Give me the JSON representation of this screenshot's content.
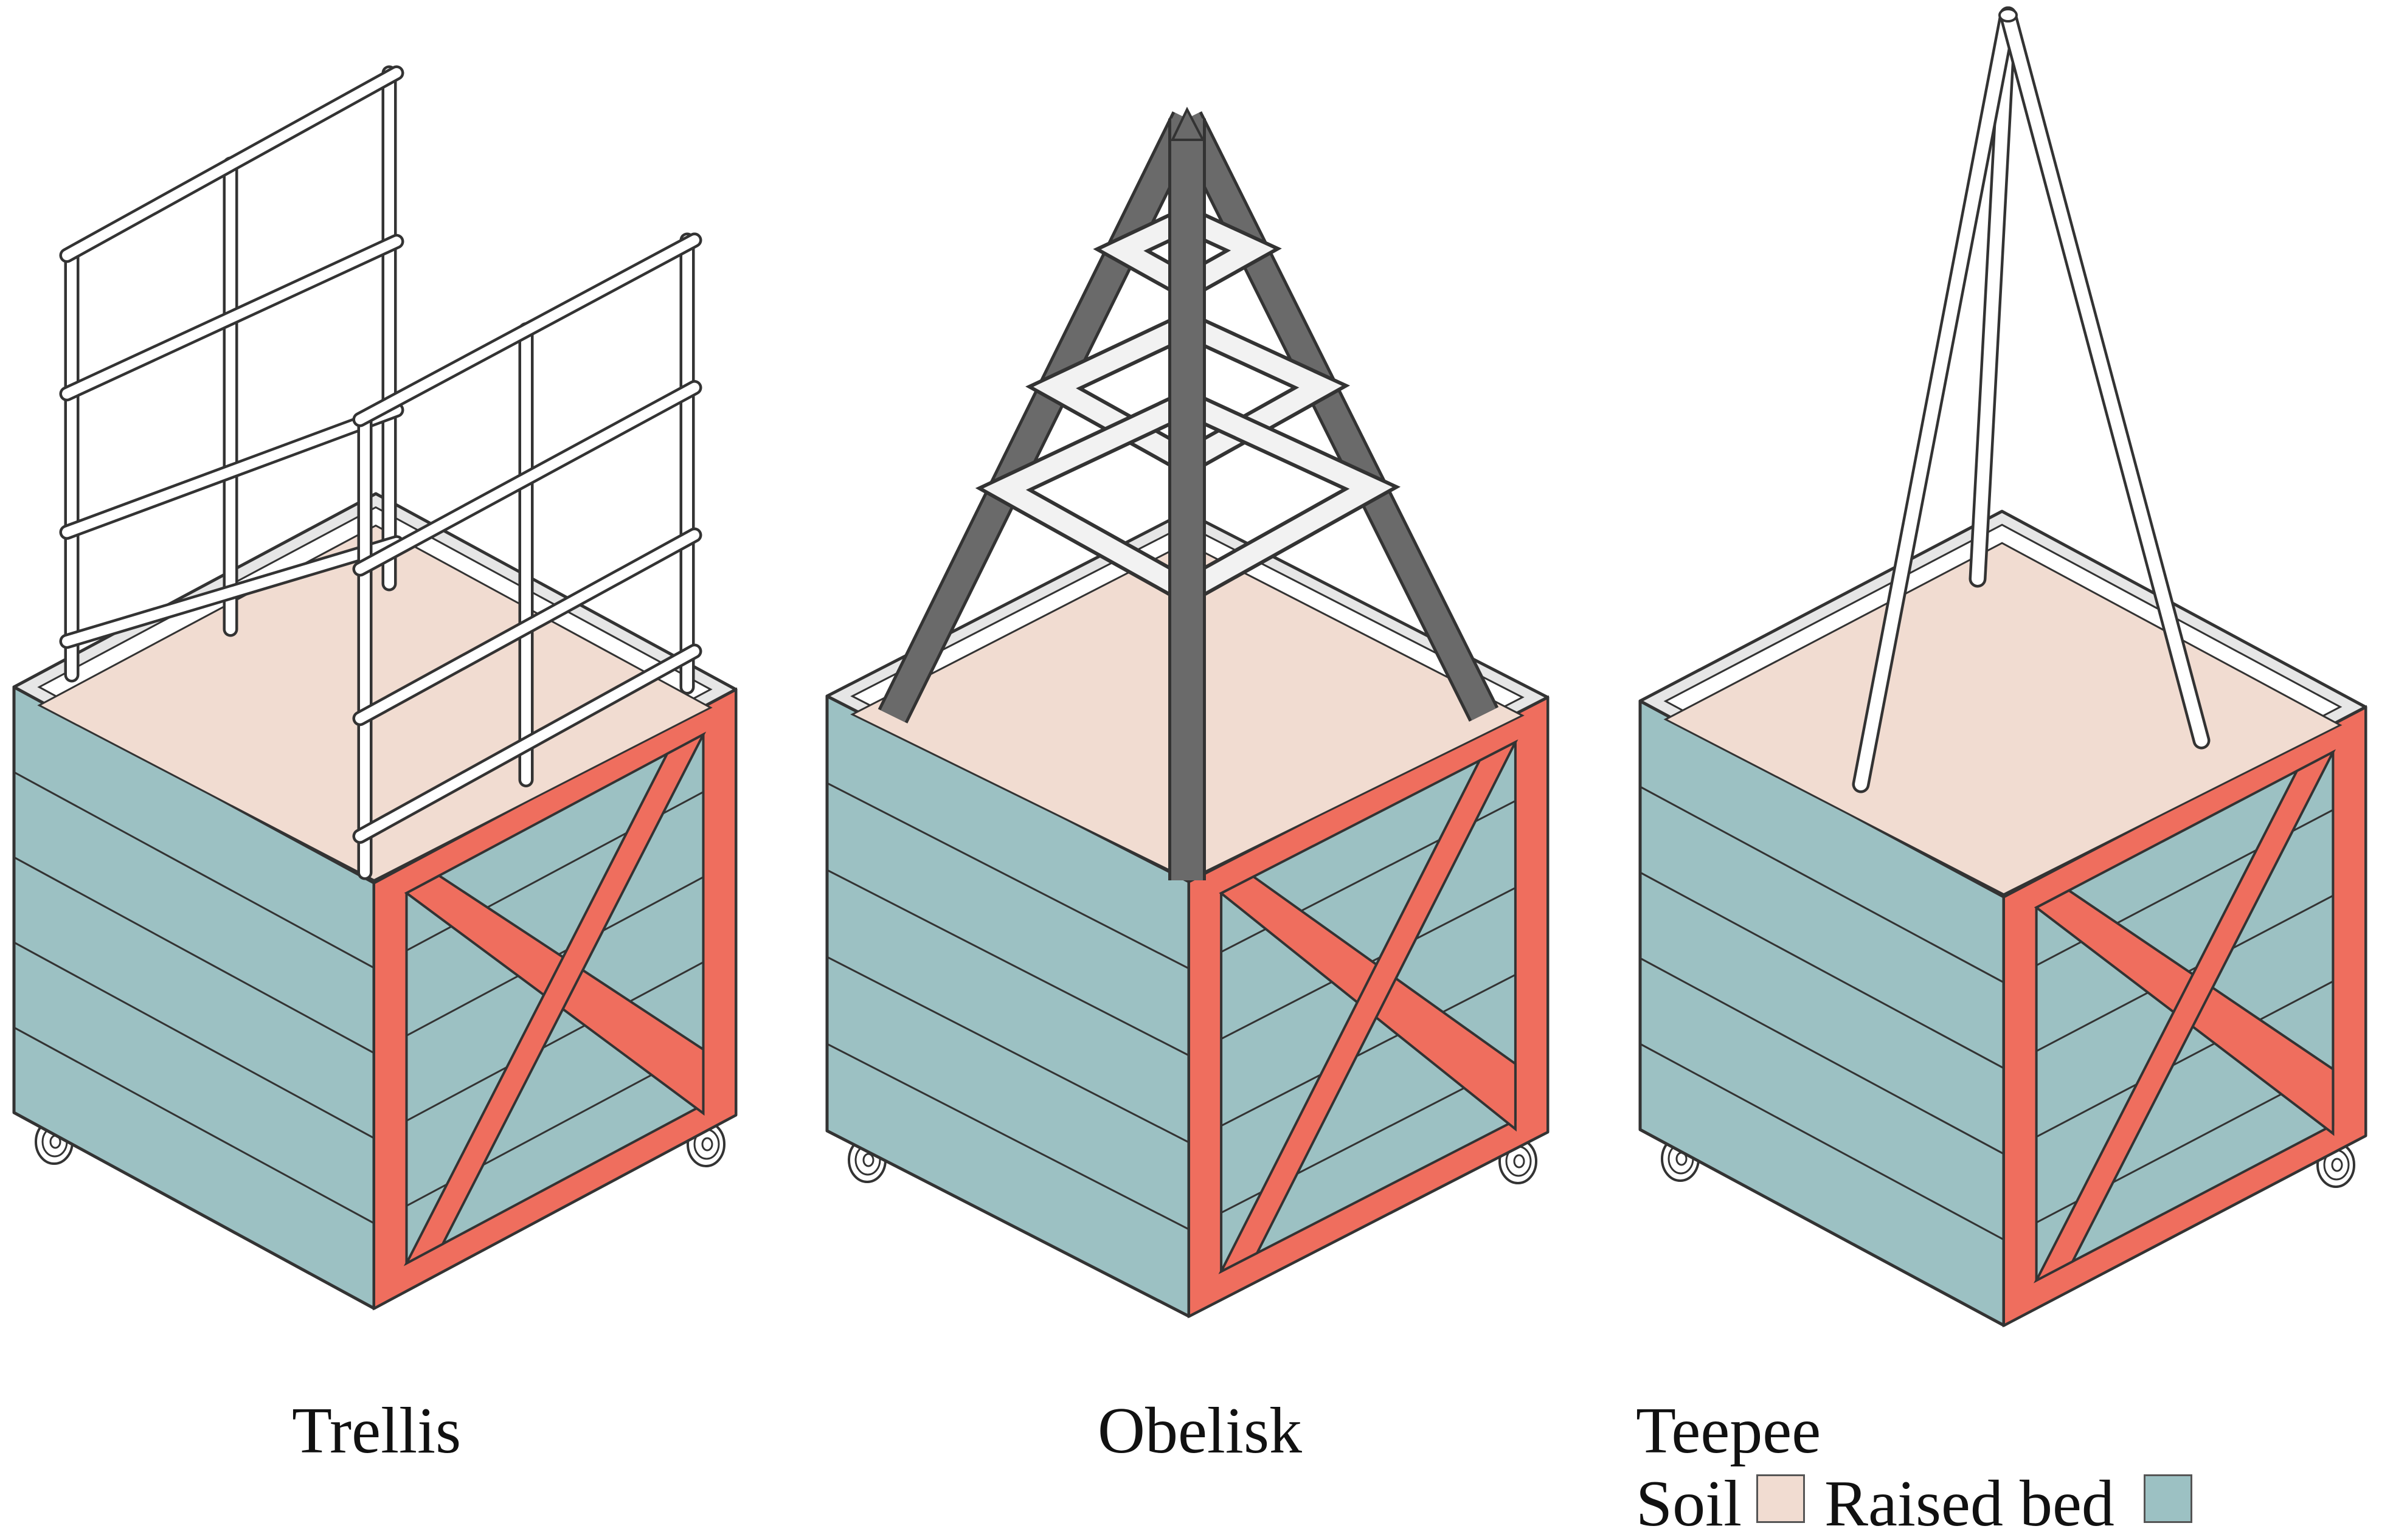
{
  "figure": {
    "panels": [
      {
        "id": "trellis",
        "caption": "Trellis",
        "support": "trellis"
      },
      {
        "id": "obelisk",
        "caption": "Obelisk",
        "support": "obelisk"
      },
      {
        "id": "teepee",
        "caption": "Teepee",
        "support": "teepee"
      }
    ],
    "legend": {
      "soil_label": "Soil",
      "bed_label": "Raised bed"
    }
  },
  "colors": {
    "soil": "#f1dcd1",
    "bed": "#9cc1c3",
    "frame": "#ef6e5e",
    "rim": "#e6e6e6",
    "obelisk": "#5c5c5c",
    "pipe": "#ffffff",
    "outline": "#333333"
  }
}
